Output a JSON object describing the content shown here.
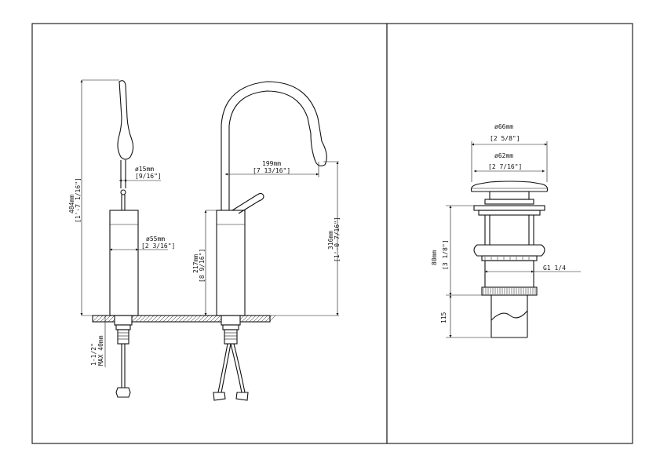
{
  "faucet": {
    "height_mm": "484mm",
    "height_in": "[1'-7 1/16\"]",
    "outlet_dia_mm": "ø15mm",
    "outlet_dia_in": "[9/16\"]",
    "body_dia_mm": "ø55mm",
    "body_dia_in": "[2 3/16\"]",
    "reach_mm": "199mm",
    "reach_in": "[7 13/16\"]",
    "body_height_mm": "217mm",
    "body_height_in": "[8 9/16\"]",
    "spout_height_mm": "316mm",
    "spout_height_in": "[1'-0 7/16\"]",
    "deck_max_1": "1-1/2\"",
    "deck_max_2": "MAX 40mm"
  },
  "drain": {
    "cap_outer_mm": "ø66mm",
    "cap_outer_in": "[2 5/8\"]",
    "cap_inner_mm": "ø62mm",
    "cap_inner_in": "[2 7/16\"]",
    "height_mm": "80mm",
    "height_in": "[3 1/8\"]",
    "thread": "G1 1/4",
    "tail_length": "115"
  }
}
